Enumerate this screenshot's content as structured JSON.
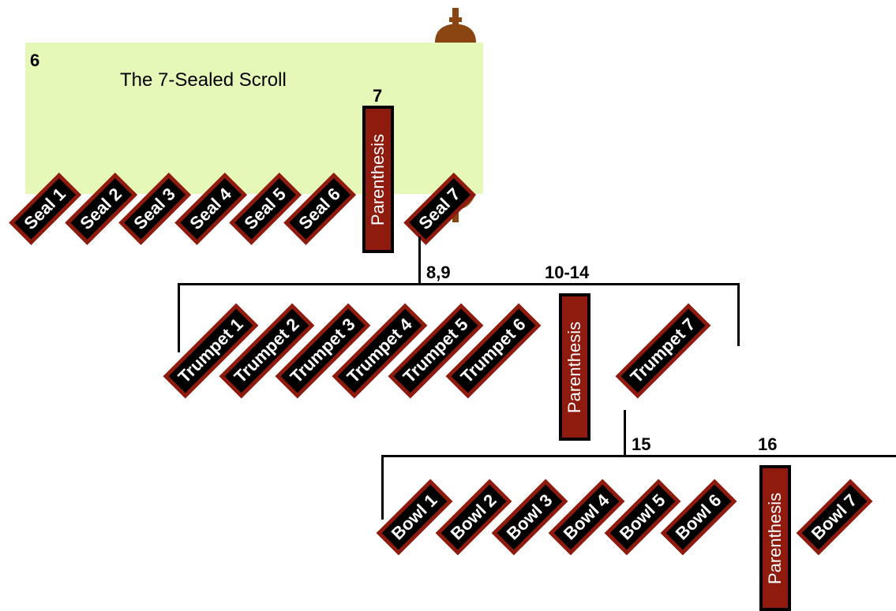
{
  "scroll": {
    "title": "The 7-Sealed Scroll",
    "number": "6",
    "color": "#e5f8b8",
    "knob_color": "#8b4513"
  },
  "seals": {
    "chapter_parenthesis": "7",
    "items": [
      "Seal 1",
      "Seal 2",
      "Seal 3",
      "Seal 4",
      "Seal 5",
      "Seal 6",
      "Seal 7"
    ],
    "parenthesis": "Parenthesis"
  },
  "trumpets": {
    "chapters_left": "8,9",
    "chapters_parenthesis": "10-14",
    "items": [
      "Trumpet 1",
      "Trumpet 2",
      "Trumpet 3",
      "Trumpet 4",
      "Trumpet 5",
      "Trumpet 6",
      "Trumpet 7"
    ],
    "parenthesis": "Parenthesis"
  },
  "bowls": {
    "chapters_left": "15",
    "chapters_parenthesis": "16",
    "items": [
      "Bowl 1",
      "Bowl 2",
      "Bowl 3",
      "Bowl 4",
      "Bowl 5",
      "Bowl 6",
      "Bowl 7"
    ],
    "parenthesis": "Parenthesis"
  },
  "colors": {
    "tag_border": "#8f1a0e",
    "tag_fill": "#000000",
    "text": "#ffffff"
  }
}
